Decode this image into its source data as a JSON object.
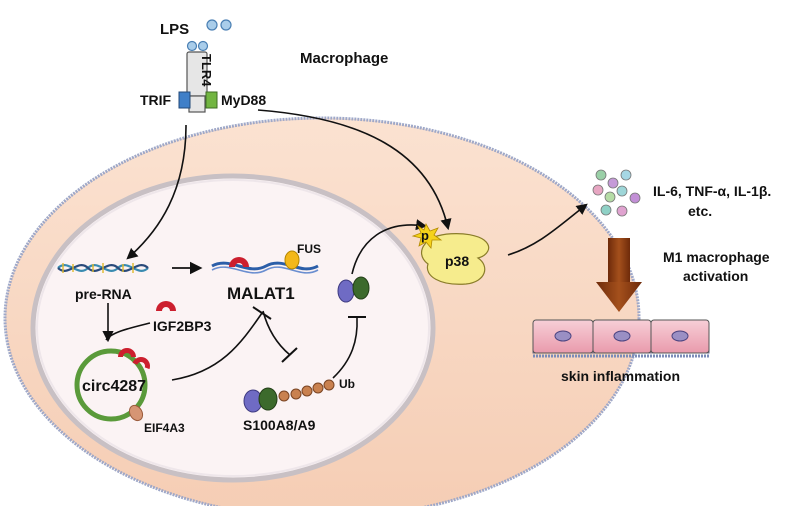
{
  "labels": {
    "lps": "LPS",
    "tlr4": "TLR4",
    "trif": "TRIF",
    "myd88": "MyD88",
    "macrophage": "Macrophage",
    "pre_rna": "pre-RNA",
    "malat1": "MALAT1",
    "fus": "FUS",
    "igf2bp3": "IGF2BP3",
    "circ4287": "circ4287",
    "eif4a3": "EIF4A3",
    "s100a8a9": "S100A8/A9",
    "ub": "Ub",
    "p38": "p38",
    "p": "p",
    "cytokines_line1": "IL-6, TNF-α, IL-1β.",
    "cytokines_line2": "etc.",
    "m1_line1": "M1 macrophage",
    "m1_line2": "activation",
    "skin": "skin inflammation"
  },
  "colors": {
    "cytoplasm": "#f9d9c4",
    "nucleus": "#fbf3f4",
    "membrane": "#9fa8c8",
    "trif": "#3f7fc8",
    "myd88": "#72b541",
    "circ": "#5a9a3a",
    "red_protein": "#cc1f2e",
    "fus": "#f3b81a",
    "purple_protein": "#6f6bc4",
    "green_protein": "#3c6a2c",
    "ub": "#c9814f",
    "eif4a3": "#d69574",
    "p38": "#f6ec8d",
    "p_burst": "#f5d21a",
    "arrow_brown": "#8a3a12",
    "skin_cell": "#f2b7c2",
    "skin_nucleus": "#9a8fc4"
  }
}
